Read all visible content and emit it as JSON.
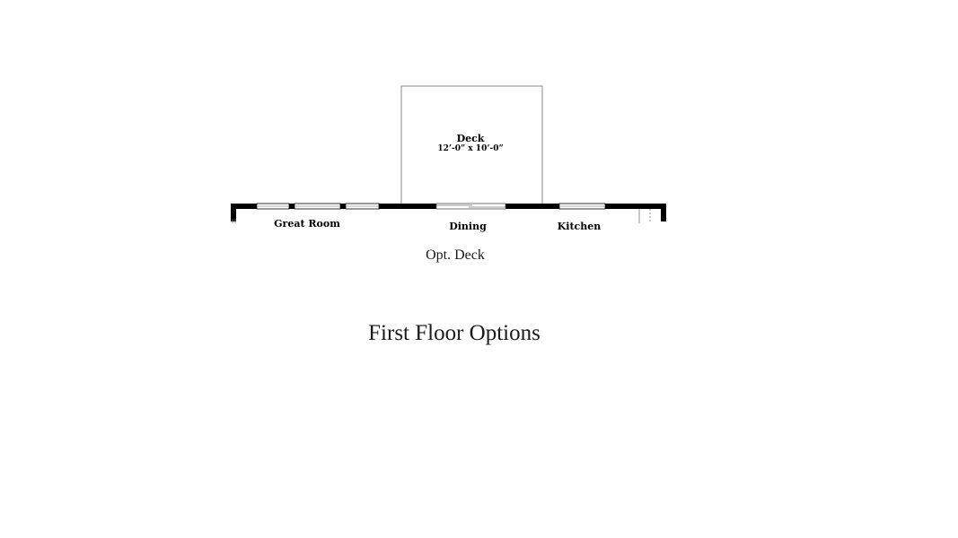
{
  "deck": {
    "name": "Deck",
    "dimensions": "12’-0” x 10’-0”"
  },
  "rooms": {
    "great_room": "Great Room",
    "dining": "Dining",
    "kitchen": "Kitchen"
  },
  "captions": {
    "option_name": "Opt. Deck",
    "page_title": "First Floor Options"
  },
  "colors": {
    "wall": "#000000",
    "outline": "#888888",
    "background": "#ffffff"
  }
}
